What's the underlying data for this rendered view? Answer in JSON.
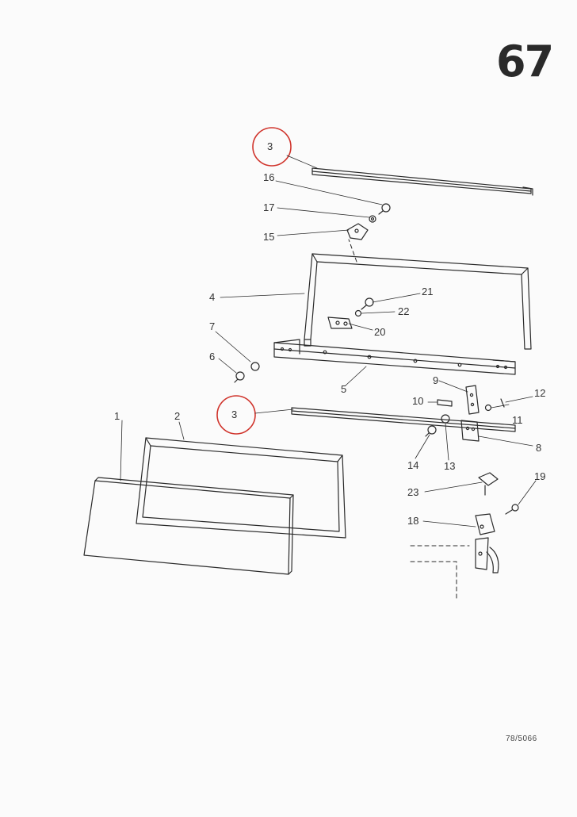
{
  "page_number": "67",
  "drawing_reference": "78/5066",
  "highlight_color": "#d0342c",
  "line_color": "#2a2a2a",
  "callouts": {
    "c1": "1",
    "c2": "2",
    "c3_top": "3",
    "c3_mid": "3",
    "c4": "4",
    "c5": "5",
    "c6": "6",
    "c7": "7",
    "c8": "8",
    "c9": "9",
    "c10": "10",
    "c11": "11",
    "c12": "12",
    "c13": "13",
    "c14": "14",
    "c15": "15",
    "c16": "16",
    "c17": "17",
    "c18": "18",
    "c19": "19",
    "c20": "20",
    "c21": "21",
    "c22": "22",
    "c23": "23"
  }
}
